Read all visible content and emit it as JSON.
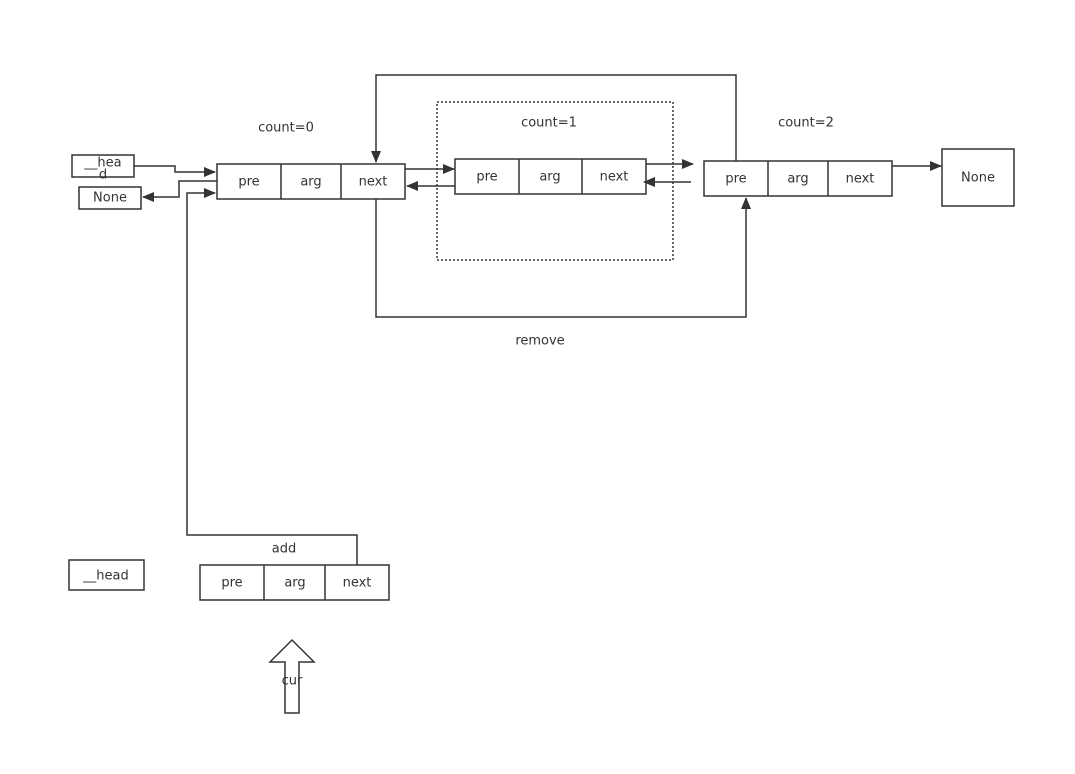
{
  "labels": {
    "count0": "count=0",
    "count1": "count=1",
    "count2": "count=2",
    "remove": "remove",
    "add": "add",
    "cur": "cur",
    "head_top_line1": "__hea",
    "head_top_line2": "d",
    "head_bottom": "__head"
  },
  "none_left": "None",
  "none_right": "None",
  "nodes": {
    "node0": {
      "pre": "pre",
      "arg": "arg",
      "next": "next"
    },
    "node1": {
      "pre": "pre",
      "arg": "arg",
      "next": "next"
    },
    "node2": {
      "pre": "pre",
      "arg": "arg",
      "next": "next"
    },
    "new_node": {
      "pre": "pre",
      "arg": "arg",
      "next": "next"
    }
  },
  "colors": {
    "stroke": "#333333",
    "background": "#ffffff"
  }
}
